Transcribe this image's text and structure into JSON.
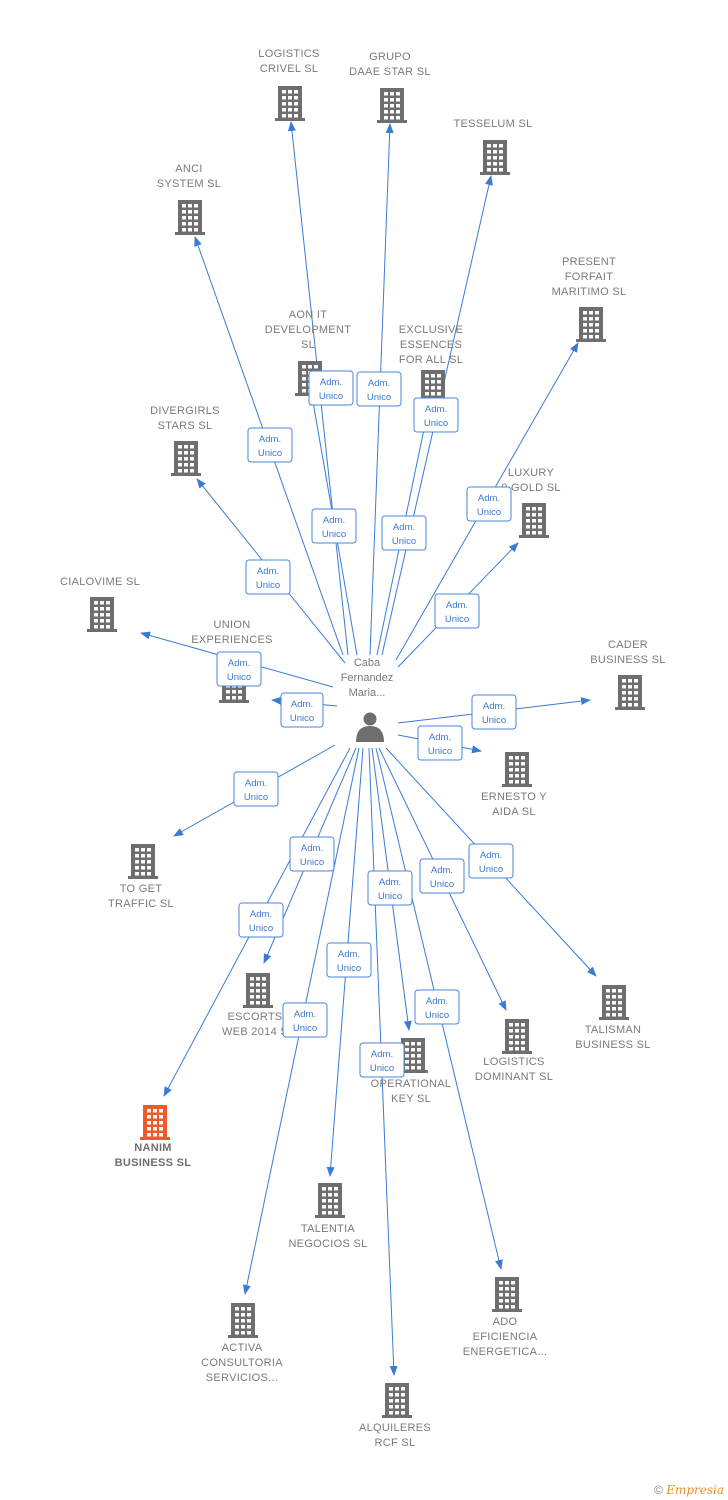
{
  "accent_color": "#3a7bd5",
  "building_color": "#6e6e6e",
  "highlight_color": "#f05a28",
  "center": {
    "lines": [
      "Caba",
      "Fernandez",
      "Maria..."
    ],
    "icon": "person-icon"
  },
  "companies": [
    {
      "id": "logistics-crivel",
      "lines": [
        "LOGISTICS",
        "CRIVEL  SL"
      ],
      "role": [
        "Adm.",
        "Unico"
      ]
    },
    {
      "id": "grupo-daae-star",
      "lines": [
        "GRUPO",
        "DAAE STAR  SL"
      ],
      "role": [
        "Adm.",
        "Unico"
      ]
    },
    {
      "id": "tesselum",
      "lines": [
        "TESSELUM SL"
      ],
      "role": [
        "Adm.",
        "Unico"
      ]
    },
    {
      "id": "anci-system",
      "lines": [
        "ANCI",
        "SYSTEM  SL"
      ],
      "role": [
        "Adm.",
        "Unico"
      ]
    },
    {
      "id": "present-forfait",
      "lines": [
        "PRESENT",
        "FORFAIT",
        "MARITIMO  SL"
      ],
      "role": [
        "Adm.",
        "Unico"
      ]
    },
    {
      "id": "aon-it",
      "lines": [
        "AON IT",
        "DEVELOPMENT",
        "SL"
      ],
      "role": [
        "Adm.",
        "Unico"
      ]
    },
    {
      "id": "exclusive-essences",
      "lines": [
        "EXCLUSIVE",
        "ESSENCES",
        "FOR ALL  SL"
      ],
      "role": [
        "Adm.",
        "Unico"
      ]
    },
    {
      "id": "divergirls",
      "lines": [
        "DIVERGIRLS",
        "STARS  SL"
      ],
      "role": [
        "Adm.",
        "Unico"
      ]
    },
    {
      "id": "luxury-gold",
      "lines": [
        "LUXURY",
        "0 GOLD  SL"
      ],
      "role": [
        "Adm.",
        "Unico"
      ]
    },
    {
      "id": "cialovime",
      "lines": [
        "CIALOVIME  SL"
      ],
      "role": [
        "Adm.",
        "Unico"
      ]
    },
    {
      "id": "union-experiences",
      "lines": [
        "UNION",
        "EXPERIENCES"
      ],
      "role": [
        "Adm.",
        "Unico"
      ]
    },
    {
      "id": "cader-business",
      "lines": [
        "CADER",
        "BUSINESS  SL"
      ],
      "role": [
        "Adm.",
        "Unico"
      ]
    },
    {
      "id": "ernesto-aida",
      "lines": [
        "ERNESTO Y",
        "AIDA  SL"
      ],
      "role": [
        "Adm.",
        "Unico"
      ]
    },
    {
      "id": "to-get-traffic",
      "lines": [
        "TO GET",
        "TRAFFIC  SL"
      ],
      "role": [
        "Adm.",
        "Unico"
      ]
    },
    {
      "id": "escorts-web",
      "lines": [
        "ESCORTS",
        "WEB 2014  S"
      ],
      "role": [
        "Adm.",
        "Unico"
      ]
    },
    {
      "id": "talisman",
      "lines": [
        "TALISMAN",
        "BUSINESS  SL"
      ],
      "role": [
        "Adm.",
        "Unico"
      ]
    },
    {
      "id": "logistics-dominant",
      "lines": [
        "LOGISTICS",
        "DOMINANT  SL"
      ],
      "role": [
        "Adm.",
        "Unico"
      ]
    },
    {
      "id": "operational-key",
      "lines": [
        "OPERATIONAL",
        "KEY SL"
      ],
      "role": [
        "Adm.",
        "Unico"
      ]
    },
    {
      "id": "nanim",
      "lines": [
        "NANIM",
        "BUSINESS  SL"
      ],
      "role": [
        "Adm.",
        "Unico"
      ],
      "highlight": true
    },
    {
      "id": "talentia",
      "lines": [
        "TALENTIA",
        "NEGOCIOS  SL"
      ],
      "role": [
        "Adm.",
        "Unico"
      ]
    },
    {
      "id": "ado-eficiencia",
      "lines": [
        "ADO",
        "EFICIENCIA",
        "ENERGETICA..."
      ],
      "role": [
        "Adm.",
        "Unico"
      ]
    },
    {
      "id": "activa-consultoria",
      "lines": [
        "ACTIVA",
        "CONSULTORIA",
        "SERVICIOS..."
      ],
      "role": [
        "Adm.",
        "Unico"
      ]
    },
    {
      "id": "alquileres-rcf",
      "lines": [
        "ALQUILERES",
        "RCF  SL"
      ],
      "role": [
        "Adm.",
        "Unico"
      ]
    }
  ],
  "footer": {
    "copyright": "©",
    "brand": "Empresia"
  }
}
